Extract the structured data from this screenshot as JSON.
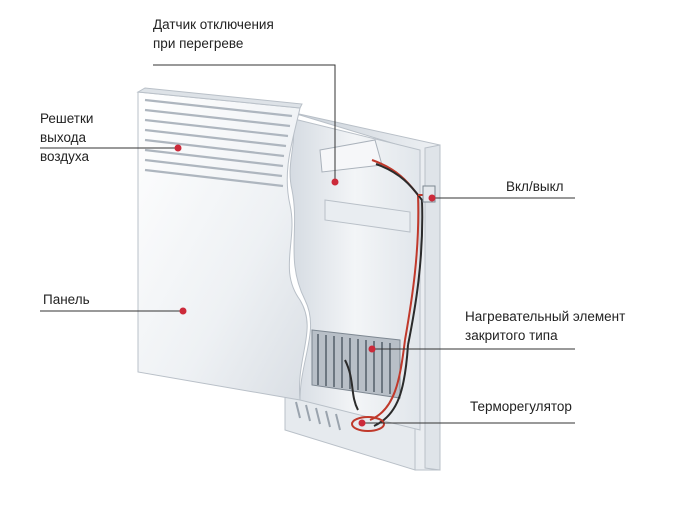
{
  "labels": {
    "sensor": "Датчик отключения\nпри перегреве",
    "grilles": "Решетки\nвыхода\nвоздуха",
    "switch": "Вкл/выкл",
    "panel": "Панель",
    "heating_element": "Нагревательный элемент\nзакритого типа",
    "thermostat": "Терморегулятор"
  },
  "colors": {
    "callout_dot": "#cc2a3a",
    "leader_line": "#333333",
    "panel_face": "#f2f4f6",
    "panel_edge": "#b9c0c8",
    "wire": "#c0392b"
  }
}
